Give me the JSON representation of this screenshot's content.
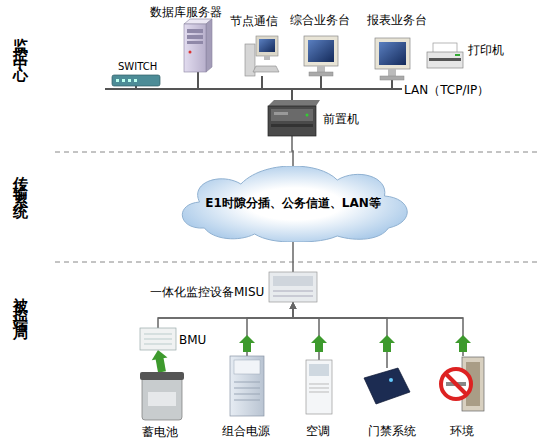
{
  "diagram": {
    "nodes": [
      {
        "text": [
          "数据库服务器"
        ]
      },
      {
        "text": [
          "节点通信"
        ]
      },
      {
        "text": [
          "综合业务台"
        ]
      },
      {
        "text": [
          "报表业务台"
        ]
      },
      {
        "text": [
          "打印机"
        ]
      },
      {
        "text": [
          "SWITCH"
        ]
      },
      {
        "text": [
          "前置机"
        ]
      },
      {
        "text": [
          "E1时隙分插、公务信道、LAN等"
        ]
      },
      {
        "text": [
          "一体化监控设备MISU"
        ]
      },
      {
        "text": [
          "BMU"
        ]
      },
      {
        "text": [
          "蓄电池"
        ]
      },
      {
        "text": [
          "组合电源"
        ]
      },
      {
        "text": [
          "空调"
        ]
      },
      {
        "text": [
          "门禁系统"
        ]
      },
      {
        "text": [
          "环境"
        ]
      }
    ],
    "edges": [
      {
        "from": 5,
        "to": 6,
        "arrow": "none"
      },
      {
        "from": 0,
        "to": 6,
        "arrow": "none"
      },
      {
        "from": 1,
        "to": 6,
        "arrow": "none"
      },
      {
        "from": 2,
        "to": 6,
        "arrow": "none"
      },
      {
        "from": 3,
        "to": 6,
        "arrow": "none"
      },
      {
        "from": 6,
        "to": 7,
        "arrow": "none"
      },
      {
        "from": 7,
        "to": 8,
        "arrow": "none"
      },
      {
        "from": 9,
        "to": 8,
        "arrow": "none"
      },
      {
        "from": 10,
        "to": 9,
        "arrow": "to"
      },
      {
        "from": 11,
        "to": 8,
        "arrow": "to"
      },
      {
        "from": 12,
        "to": 8,
        "arrow": "to"
      },
      {
        "from": 13,
        "to": 8,
        "arrow": "to"
      },
      {
        "from": 14,
        "to": 8,
        "arrow": "to"
      }
    ],
    "labels": [
      "监控中心",
      "LAN（TCP/IP）",
      "传输系统",
      "被控端局"
    ]
  }
}
